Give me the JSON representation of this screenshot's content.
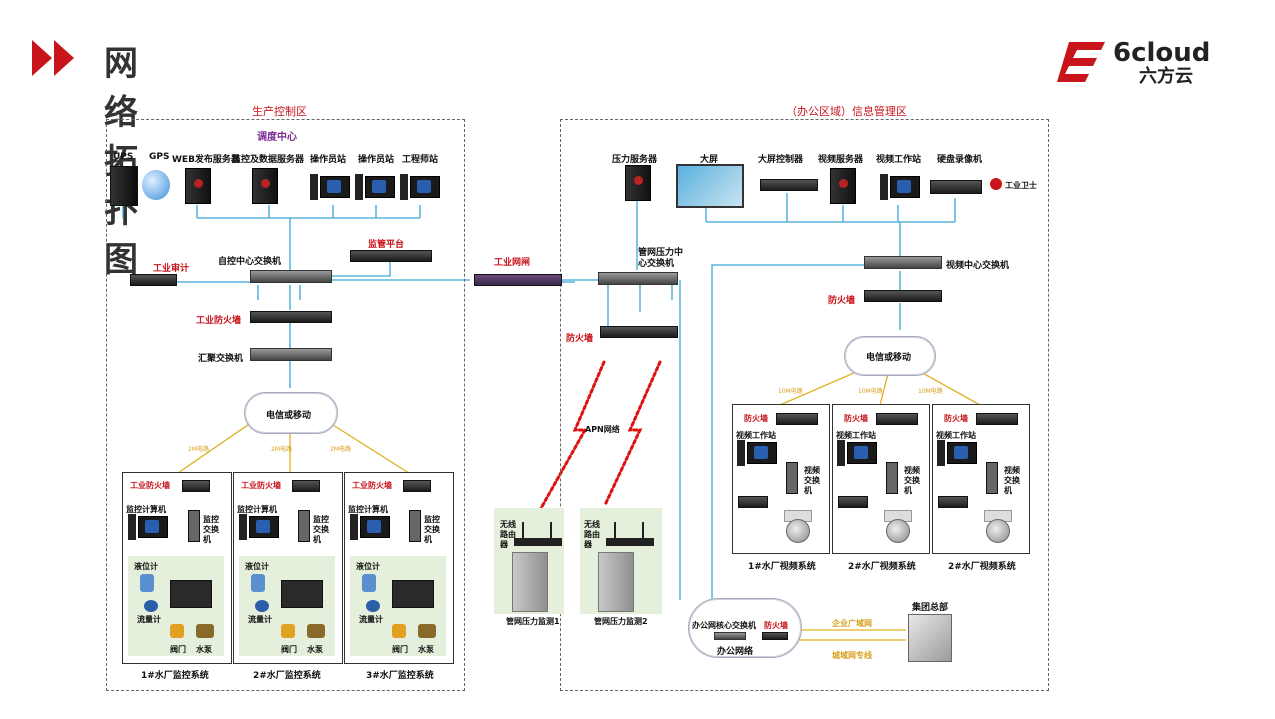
{
  "header": {
    "title": "网络拓扑图",
    "logo_text": "6cloud",
    "logo_sub": "六方云"
  },
  "regions": {
    "production": "生产控制区",
    "office": "（办公区域）信息管理区"
  },
  "production": {
    "dispatch_center": "调度中心",
    "top_devices": [
      "UPS",
      "GPS",
      "WEB发布服务器",
      "监控及数据服务器",
      "操作员站",
      "操作员站",
      "工程师站"
    ],
    "monitor_platform": "监管平台",
    "core_switch": "自控中心交换机",
    "industrial_audit": "工业审计",
    "industrial_firewall": "工业防火墙",
    "aggregation_switch": "汇聚交换机",
    "cloud": "电信或移动",
    "line_label": "2M电路",
    "plants": [
      {
        "firewall": "工业防火墙",
        "computer": "监控计算机",
        "switch": "监控交换机",
        "level": "液位计",
        "flow": "流量计",
        "valve": "阀门",
        "pump": "水泵",
        "name": "1#水厂监控系统"
      },
      {
        "firewall": "工业防火墙",
        "computer": "监控计算机",
        "switch": "监控交换机",
        "level": "液位计",
        "flow": "流量计",
        "valve": "阀门",
        "pump": "水泵",
        "name": "2#水厂监控系统"
      },
      {
        "firewall": "工业防火墙",
        "computer": "监控计算机",
        "switch": "监控交换机",
        "level": "液位计",
        "flow": "流量计",
        "valve": "阀门",
        "pump": "水泵",
        "name": "3#水厂监控系统"
      }
    ]
  },
  "middle": {
    "industrial_gatekeeper": "工业网闸",
    "pressure_server": "压力服务器",
    "pipe_switch": "管网压力中心交换机",
    "firewall": "防火墙",
    "apn": "APN网络",
    "routers": [
      {
        "label": "无线路由器",
        "name": "管网压力监测1"
      },
      {
        "label": "无线路由器",
        "name": "管网压力监测2"
      }
    ]
  },
  "office": {
    "top_devices": [
      "大屏",
      "大屏控制器",
      "视频服务器",
      "视频工作站",
      "硬盘录像机"
    ],
    "industrial_guard": "工业卫士",
    "video_switch": "视频中心交换机",
    "firewall": "防火墙",
    "cloud": "电信或移动",
    "line_label": "10M电路",
    "plants": [
      {
        "firewall": "防火墙",
        "workstation": "视频工作站",
        "switch": "视频交换机",
        "name": "1#水厂视频系统"
      },
      {
        "firewall": "防火墙",
        "workstation": "视频工作站",
        "switch": "视频交换机",
        "name": "2#水厂视频系统"
      },
      {
        "firewall": "防火墙",
        "workstation": "视频工作站",
        "switch": "视频交换机",
        "name": "2#水厂视频系统"
      }
    ],
    "office_cloud_switch": "办公网核心交换机",
    "office_cloud_fw": "防火墙",
    "office_net": "办公网络",
    "enterprise_wan": "企业广域网",
    "metro_line": "城域网专线",
    "hq": "集团总部"
  },
  "colors": {
    "accent": "#c8141b",
    "line_blue": "#3aa6d8",
    "line_yellow": "#e0b020",
    "purple": "#7a2c93"
  }
}
